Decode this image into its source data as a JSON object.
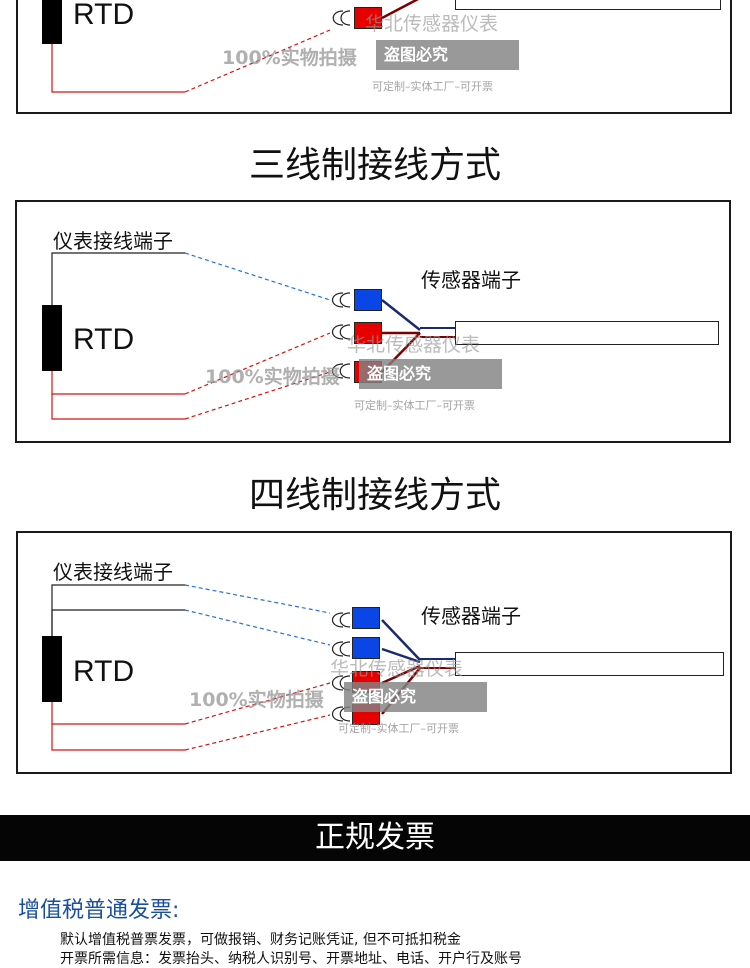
{
  "sections": {
    "two_wire": {
      "rtd_label": "RTD",
      "watermark": {
        "brand": "华北传感器仪表",
        "photo": "100%实物拍摄",
        "badge": "盗图必究",
        "note": "可定制–实体工厂–可开票"
      }
    },
    "three_wire": {
      "heading": "三线制接线方式",
      "instrument_label": "仪表接线端子",
      "sensor_label": "传感器端子",
      "rtd_label": "RTD",
      "watermark": {
        "brand": "华北传感器仪表",
        "photo": "100%实物拍摄",
        "badge": "盗图必究",
        "note": "可定制–实体工厂–可开票"
      }
    },
    "four_wire": {
      "heading": "四线制接线方式",
      "instrument_label": "仪表接线端子",
      "sensor_label": "传感器端子",
      "rtd_label": "RTD",
      "watermark": {
        "brand": "华北传感器仪表",
        "photo": "100%实物拍摄",
        "badge": "盗图必究",
        "note": "可定制–实体工厂–可开票"
      }
    }
  },
  "invoice": {
    "banner": "正规发票",
    "title": "增值税普通发票:",
    "line1": "默认增值税普票发票，可做报销、财务记账凭证, 但不可抵扣税金",
    "line2": "开票所需信息：发票抬头、纳税人识别号、开票地址、电话、开户行及账号"
  },
  "colors": {
    "red_terminal": "#e60000",
    "blue_terminal": "#0a46e6",
    "red_wire": "#d21414",
    "blue_wire": "#2a6fd6",
    "navy_wire": "#1a2a6e",
    "maroon_wire": "#7a0000",
    "invoice_title": "#1a4fa0"
  }
}
